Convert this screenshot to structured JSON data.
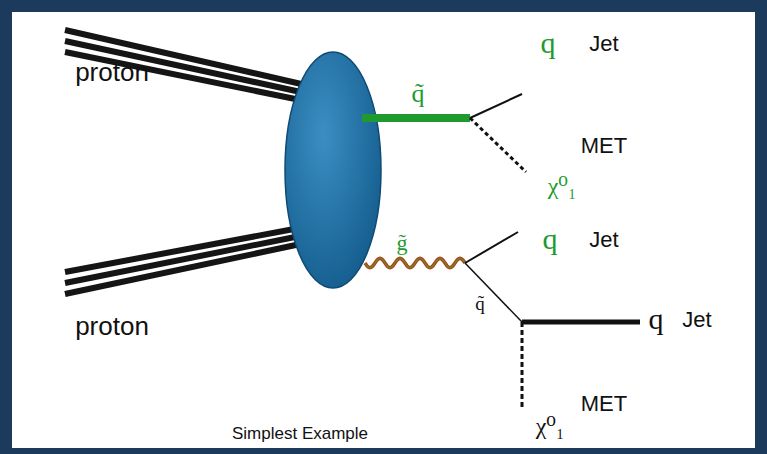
{
  "diagram": {
    "labels": [
      "proton",
      "proton",
      "q̃",
      "q",
      "Jet",
      "χ⁰₁",
      "MET",
      "g̃",
      "q",
      "Jet",
      "q̃",
      "q",
      "Jet",
      "χ⁰₁",
      "MET",
      "Simplest Example"
    ]
  }
}
